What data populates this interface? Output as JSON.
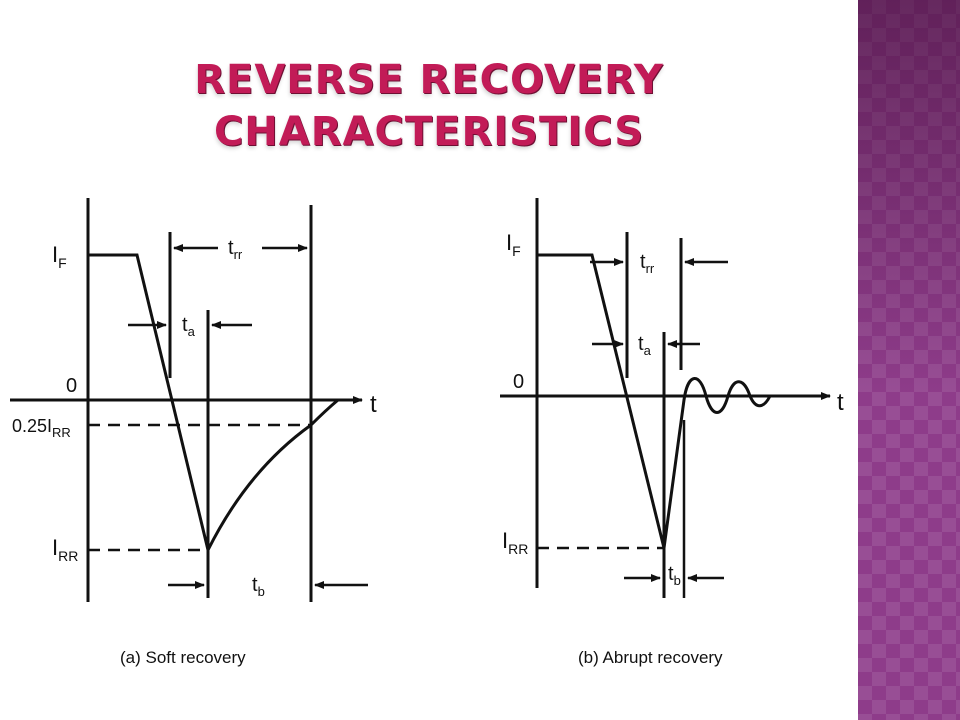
{
  "title": {
    "line1": "REVERSE RECOVERY",
    "line2": "CHARACTERISTICS"
  },
  "colors": {
    "title": "#c21b57",
    "side_band": "#8e3c8a",
    "lines": "#111111"
  },
  "panel_a": {
    "caption": "(a) Soft recovery",
    "label_if": "I",
    "label_if_sub": "F",
    "label_zero": "0",
    "label_025": "0.25I",
    "label_025_sub": "RR",
    "label_irr": "I",
    "label_irr_sub": "RR",
    "label_t": "t",
    "label_trr": "t",
    "label_trr_sub": "rr",
    "label_ta": "t",
    "label_ta_sub": "a",
    "label_tb": "t",
    "label_tb_sub": "b"
  },
  "panel_b": {
    "caption": "(b) Abrupt recovery",
    "label_if": "I",
    "label_if_sub": "F",
    "label_zero": "0",
    "label_irr": "I",
    "label_irr_sub": "RR",
    "label_t": "t",
    "label_trr": "t",
    "label_trr_sub": "rr",
    "label_ta": "t",
    "label_ta_sub": "a",
    "label_tb": "t",
    "label_tb_sub": "b"
  }
}
